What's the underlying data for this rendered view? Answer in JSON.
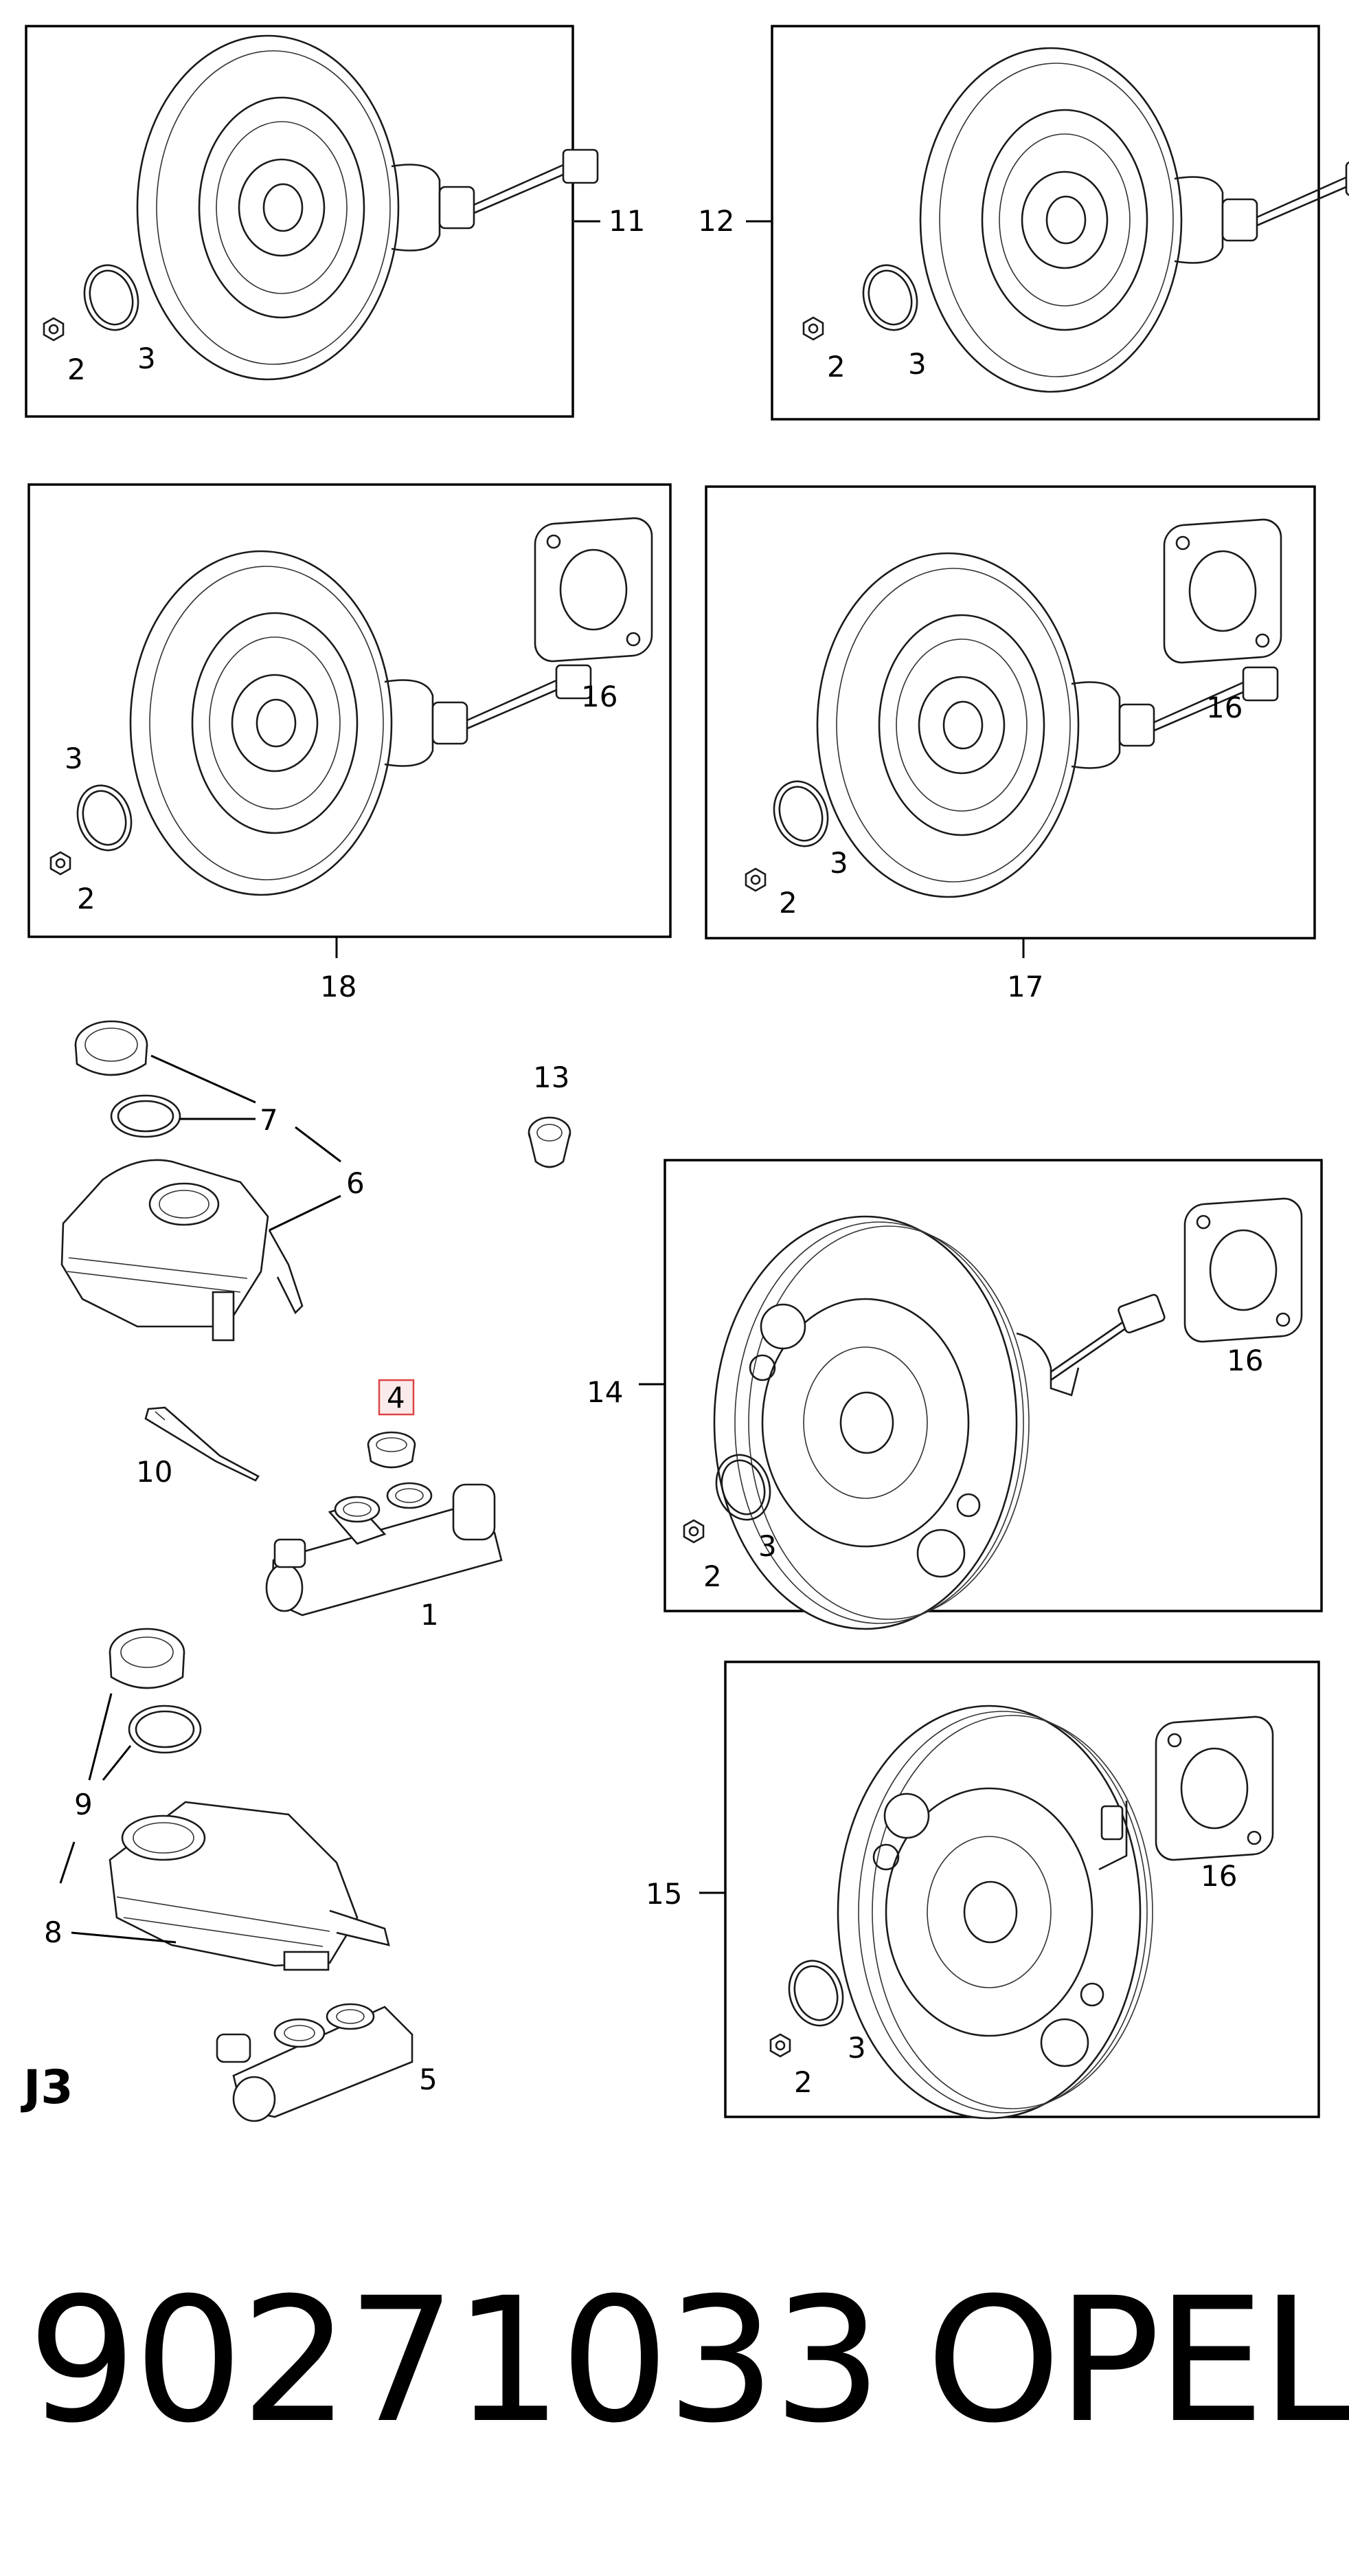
{
  "diagram": {
    "section_code": "J3",
    "part_number": "90271033",
    "brand": "OPEL",
    "callouts": {
      "c1": "1",
      "c2": "2",
      "c3": "3",
      "c4": "4",
      "c5": "5",
      "c6": "6",
      "c7": "7",
      "c8": "8",
      "c9": "9",
      "c10": "10",
      "c11": "11",
      "c12": "12",
      "c13": "13",
      "c14": "14",
      "c15": "15",
      "c16": "16",
      "c17": "17",
      "c18": "18"
    },
    "highlighted_callout": "4"
  }
}
